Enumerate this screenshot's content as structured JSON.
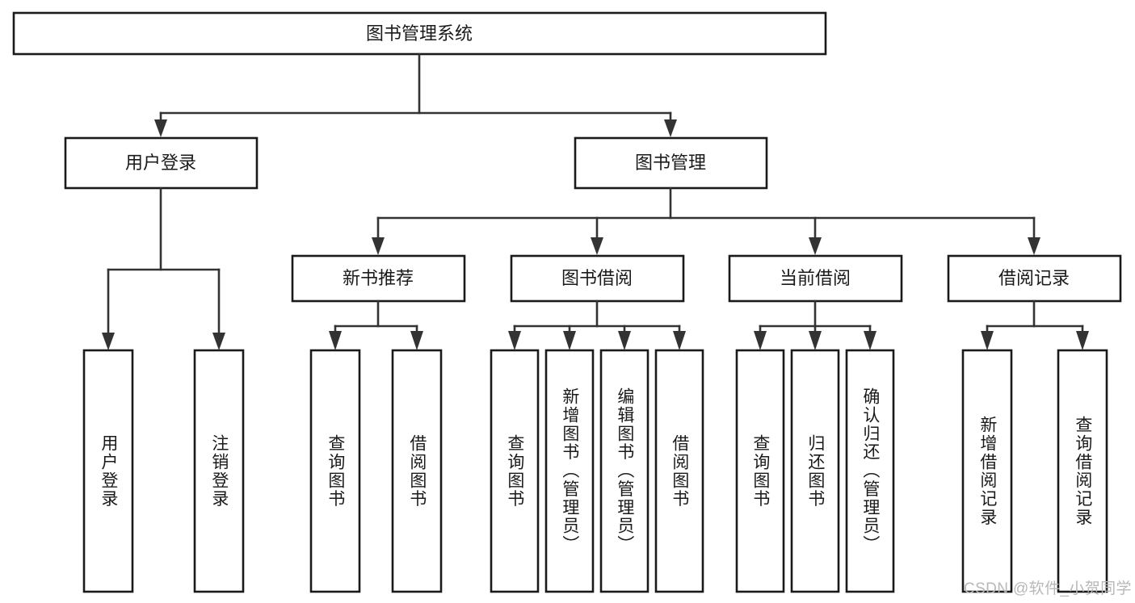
{
  "diagram": {
    "type": "tree-hierarchy",
    "title": "图书管理系统",
    "root": {
      "id": "root",
      "label": "图书管理系统",
      "level": 0
    },
    "level1": [
      {
        "id": "user-login",
        "label": "用户登录"
      },
      {
        "id": "book-manage",
        "label": "图书管理"
      }
    ],
    "level2": [
      {
        "id": "new-book-recommend",
        "label": "新书推荐",
        "parent": "book-manage"
      },
      {
        "id": "book-borrow",
        "label": "图书借阅",
        "parent": "book-manage"
      },
      {
        "id": "current-borrow",
        "label": "当前借阅",
        "parent": "book-manage"
      },
      {
        "id": "borrow-record",
        "label": "借阅记录",
        "parent": "book-manage"
      }
    ],
    "leaves": [
      {
        "id": "leaf-user-login",
        "label": "用户登录",
        "parent": "user-login"
      },
      {
        "id": "leaf-logout-login",
        "label": "注销登录",
        "parent": "user-login"
      },
      {
        "id": "leaf-query-book-1",
        "label": "查询图书",
        "parent": "new-book-recommend"
      },
      {
        "id": "leaf-borrow-book-1",
        "label": "借阅图书",
        "parent": "new-book-recommend"
      },
      {
        "id": "leaf-query-book-2",
        "label": "查询图书",
        "parent": "book-borrow"
      },
      {
        "id": "leaf-add-book",
        "label": "新增图书（管理员）",
        "parent": "book-borrow"
      },
      {
        "id": "leaf-edit-book",
        "label": "编辑图书（管理员）",
        "parent": "book-borrow"
      },
      {
        "id": "leaf-borrow-book-2",
        "label": "借阅图书",
        "parent": "book-borrow"
      },
      {
        "id": "leaf-query-book-3",
        "label": "查询图书",
        "parent": "current-borrow"
      },
      {
        "id": "leaf-return-book",
        "label": "归还图书",
        "parent": "current-borrow"
      },
      {
        "id": "leaf-confirm-return",
        "label": "确认归还（管理员）",
        "parent": "current-borrow"
      },
      {
        "id": "leaf-add-record",
        "label": "新增借阅记录",
        "parent": "borrow-record"
      },
      {
        "id": "leaf-query-record",
        "label": "查询借阅记录",
        "parent": "borrow-record"
      }
    ]
  },
  "watermark": {
    "text": "CSDN @软件_小贺同学"
  },
  "colors": {
    "background": "#ffffff",
    "box_stroke": "#1a1a1a",
    "connector": "#333333",
    "text": "#1a1a1a",
    "watermark": "#b8b8b8"
  }
}
